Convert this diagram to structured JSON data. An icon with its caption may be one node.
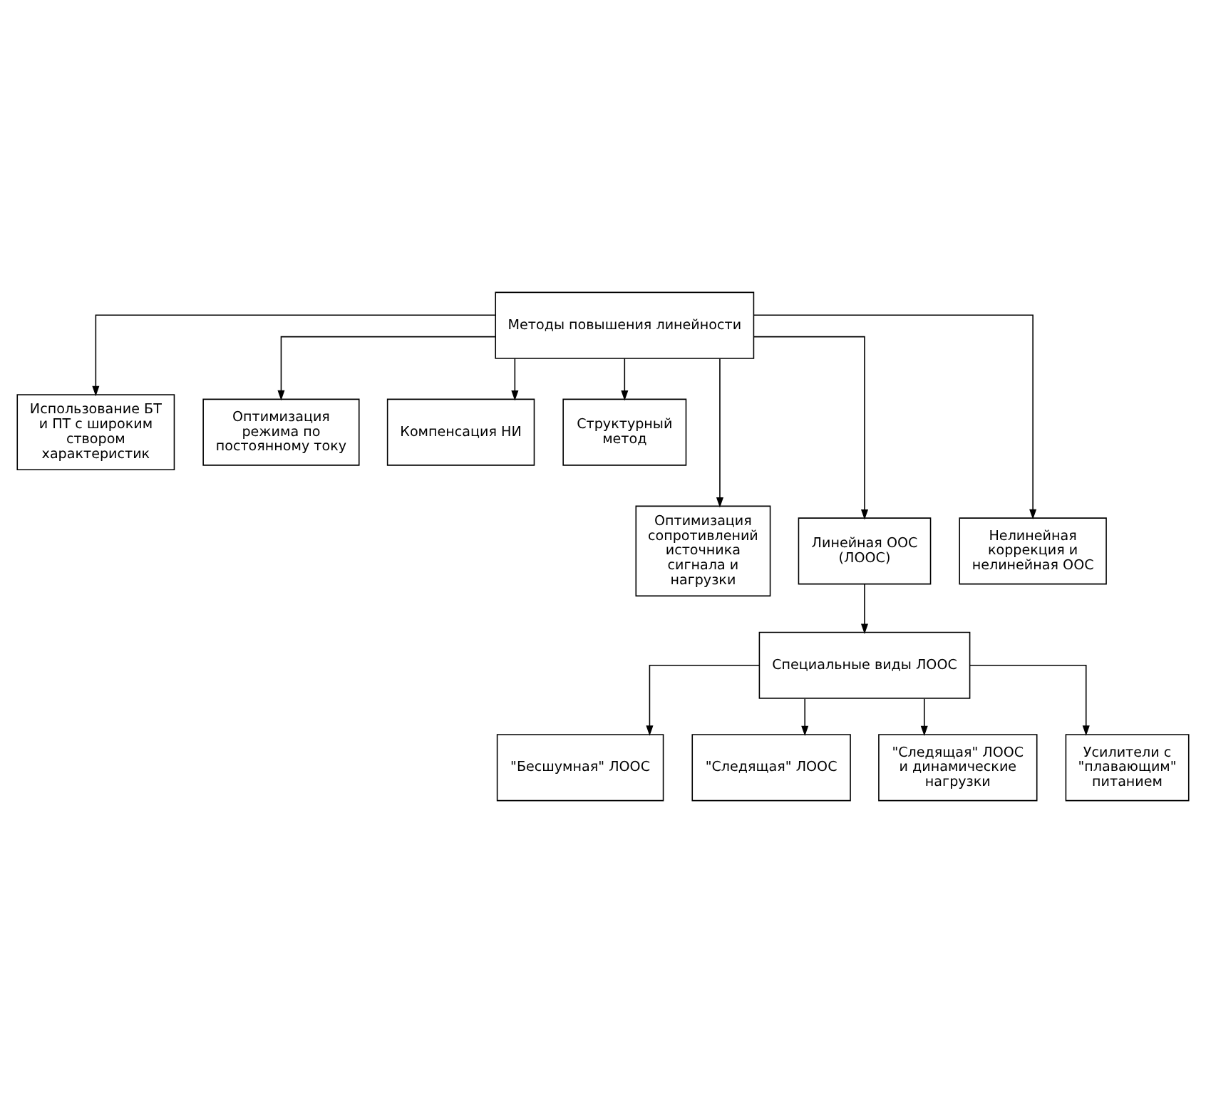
{
  "diagram": {
    "nodes": [
      {
        "text": [
          "Методы повышения линейности"
        ]
      },
      {
        "text": [
          "Использование БТ и ПТ с широким створом характеристик"
        ]
      },
      {
        "text": [
          "Оптимизация режима по постоянному току"
        ]
      },
      {
        "text": [
          "Компенсация НИ"
        ]
      },
      {
        "text": [
          "Структурный метод"
        ]
      },
      {
        "text": [
          "Оптимизация сопротивлений источника сигнала и нагрузки"
        ]
      },
      {
        "text": [
          "Линейная ООС (ЛООС)"
        ]
      },
      {
        "text": [
          "Нелинейная коррекция и нелинейная ООС"
        ]
      },
      {
        "text": [
          "Специальные виды ЛООС"
        ]
      },
      {
        "text": [
          "\"Бесшумная\" ЛООС"
        ]
      },
      {
        "text": [
          "\"Следящая\" ЛООС"
        ]
      },
      {
        "text": [
          "\"Следящая\" ЛООС и динамические нагрузки"
        ]
      },
      {
        "text": [
          "Усилители с \"плавающим\" питанием"
        ]
      }
    ],
    "edges": [
      {
        "from": 0,
        "to": 1,
        "arrow": "to"
      },
      {
        "from": 0,
        "to": 5,
        "arrow": "to"
      },
      {
        "from": 0,
        "to": 2,
        "arrow": "to"
      },
      {
        "from": 0,
        "to": 6,
        "arrow": "to"
      },
      {
        "from": 0,
        "to": 3,
        "arrow": "to"
      },
      {
        "from": 0,
        "to": 7,
        "arrow": "to"
      },
      {
        "from": 0,
        "to": 4,
        "arrow": "to"
      },
      {
        "from": 6,
        "to": 8,
        "arrow": "to"
      },
      {
        "from": 8,
        "to": 9,
        "arrow": "to"
      },
      {
        "from": 8,
        "to": 10,
        "arrow": "to"
      },
      {
        "from": 8,
        "to": 11,
        "arrow": "to"
      },
      {
        "from": 8,
        "to": 12,
        "arrow": "to"
      }
    ]
  }
}
